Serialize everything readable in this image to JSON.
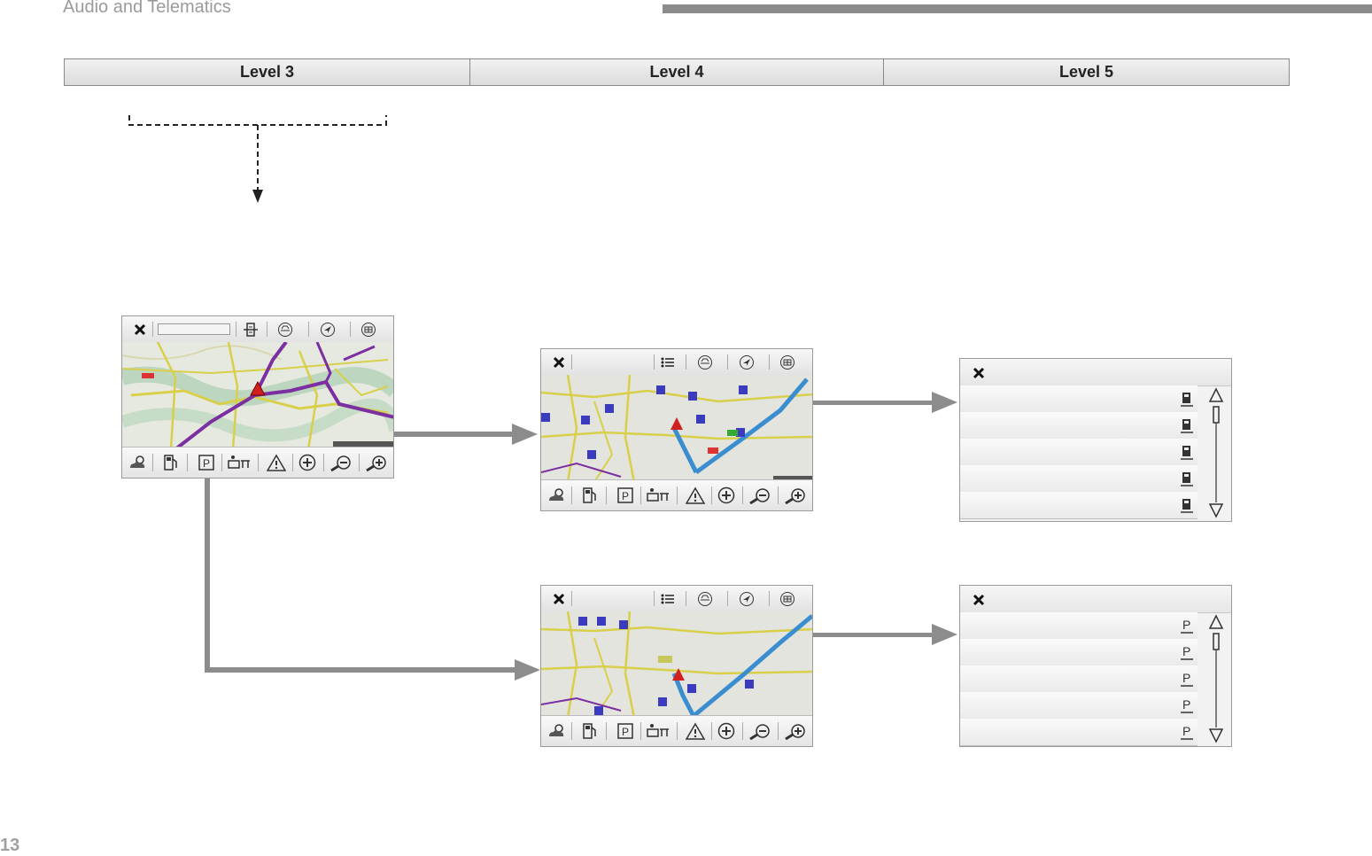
{
  "header": {
    "section_title": "Audio and Telematics"
  },
  "levels": [
    "Level 3",
    "Level 4",
    "Level 5"
  ],
  "page_number": "13",
  "icons": {
    "close": "close-icon",
    "search_field": "search-field",
    "poi_list": "list-icon",
    "fuel": "fuel-pump-icon",
    "parking": "parking-icon",
    "weather": "weather-icon",
    "warning": "warning-triangle-icon",
    "zoom_in": "zoom-in-icon",
    "zoom_out": "zoom-out-icon"
  },
  "colors": {
    "route_purple": "#7b2fa0",
    "route_blue": "#3a8ed0",
    "arrow_gray": "#8c8c8c"
  }
}
